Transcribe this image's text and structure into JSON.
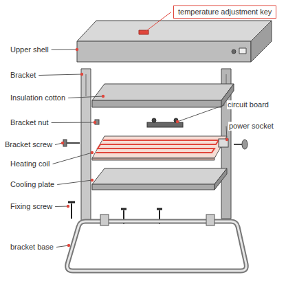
{
  "diagram": {
    "labels": [
      "temperature adjustment key",
      "Upper shell",
      "Bracket",
      "Insulation cotton",
      "circuit board",
      "Bracket nut",
      "power socket",
      "Bracket screw",
      "Heating coil",
      "Cooling plate",
      "Fixing screw",
      "bracket base"
    ]
  }
}
